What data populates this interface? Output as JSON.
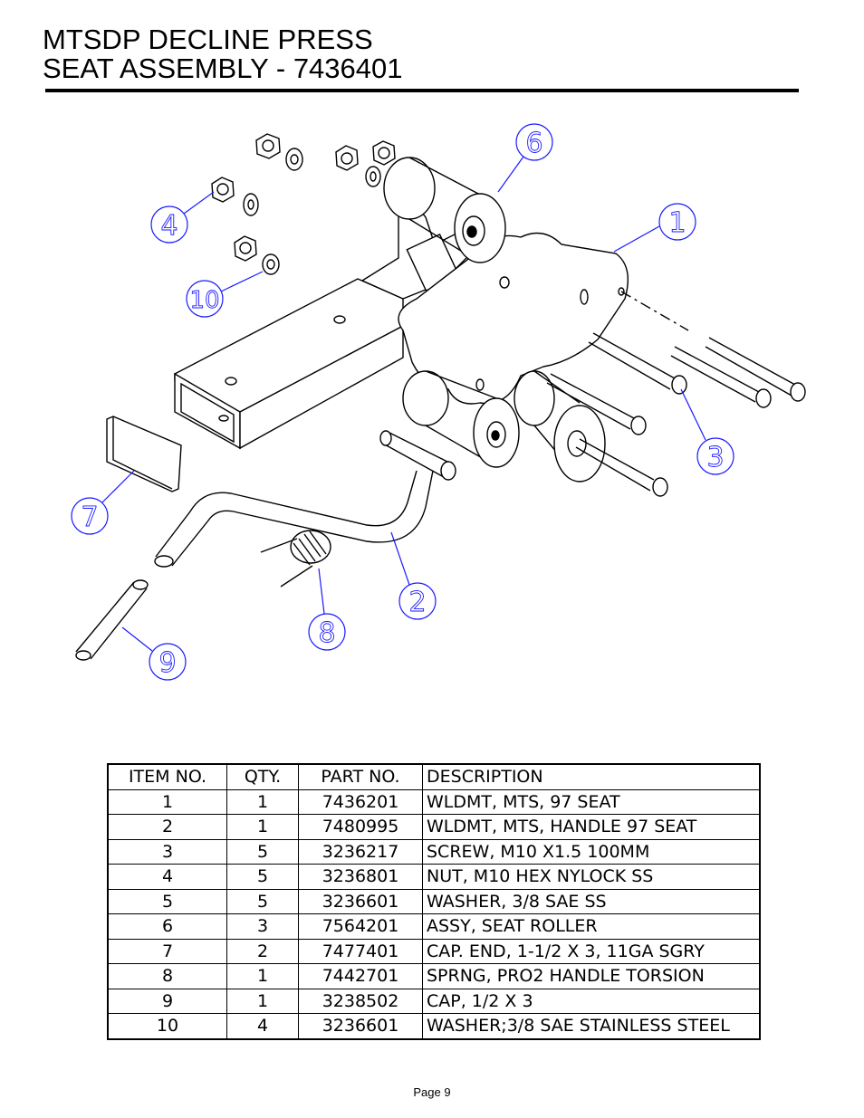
{
  "title": {
    "line1": "MTSDP DECLINE PRESS",
    "line2": "SEAT ASSEMBLY - 7436401"
  },
  "callouts": [
    "1",
    "2",
    "3",
    "4",
    "6",
    "7",
    "8",
    "9",
    "10"
  ],
  "bom": {
    "headers": {
      "item": "ITEM NO.",
      "qty": "QTY.",
      "part": "PART NO.",
      "desc": "DESCRIPTION"
    },
    "rows": [
      {
        "item": "1",
        "qty": "1",
        "part": "7436201",
        "desc": "WLDMT, MTS, 97 SEAT"
      },
      {
        "item": "2",
        "qty": "1",
        "part": "7480995",
        "desc": "WLDMT, MTS, HANDLE 97 SEAT"
      },
      {
        "item": "3",
        "qty": "5",
        "part": "3236217",
        "desc": "SCREW, M10 X1.5 100MM"
      },
      {
        "item": "4",
        "qty": "5",
        "part": "3236801",
        "desc": "NUT, M10 HEX  NYLOCK SS"
      },
      {
        "item": "5",
        "qty": "5",
        "part": "3236601",
        "desc": "WASHER, 3/8 SAE SS"
      },
      {
        "item": "6",
        "qty": "3",
        "part": "7564201",
        "desc": "ASSY, SEAT ROLLER"
      },
      {
        "item": "7",
        "qty": "2",
        "part": "7477401",
        "desc": "CAP. END, 1-1/2 X 3, 11GA SGRY"
      },
      {
        "item": "8",
        "qty": "1",
        "part": "7442701",
        "desc": "SPRNG, PRO2 HANDLE TORSION"
      },
      {
        "item": "9",
        "qty": "1",
        "part": "3238502",
        "desc": "CAP, 1/2 X 3"
      },
      {
        "item": "10",
        "qty": "4",
        "part": "3236601",
        "desc": "WASHER;3/8 SAE STAINLESS STEEL"
      }
    ]
  },
  "footer": {
    "page": "Page 9"
  }
}
